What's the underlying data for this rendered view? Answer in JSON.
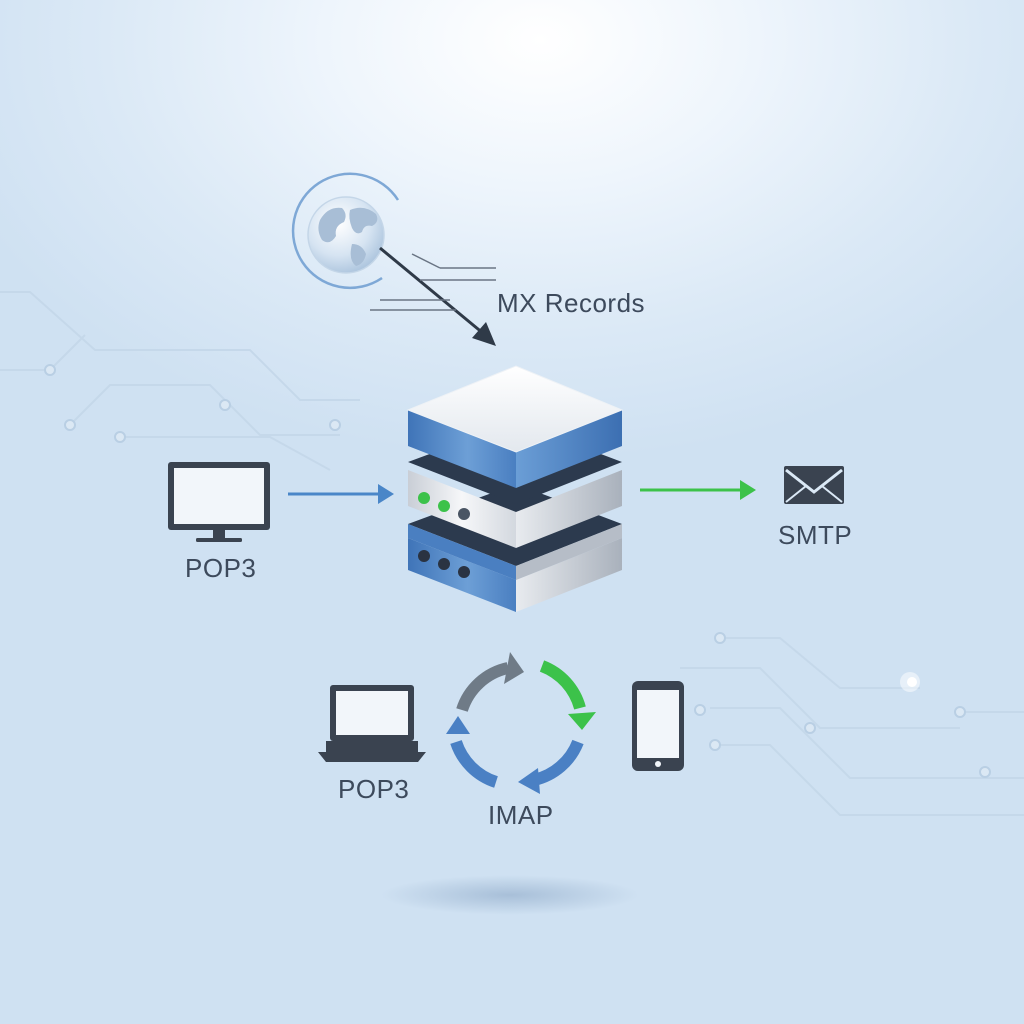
{
  "labels": {
    "mx_records": "MX Records",
    "pop3_top": "POP3",
    "smtp": "SMTP",
    "pop3_bottom": "POP3",
    "imap": "IMAP"
  },
  "colors": {
    "server_blue": "#4a7fc1",
    "server_silver": "#d9dde3",
    "flow_blue": "#4a86c8",
    "flow_green": "#3cc24a",
    "sync_gray": "#6f7b87",
    "icon_dark": "#3a4350",
    "circuit": "#c5d8ea"
  },
  "icons": [
    "globe-icon",
    "server-icon",
    "desktop-monitor-icon",
    "envelope-icon",
    "laptop-icon",
    "sync-icon",
    "smartphone-icon"
  ]
}
